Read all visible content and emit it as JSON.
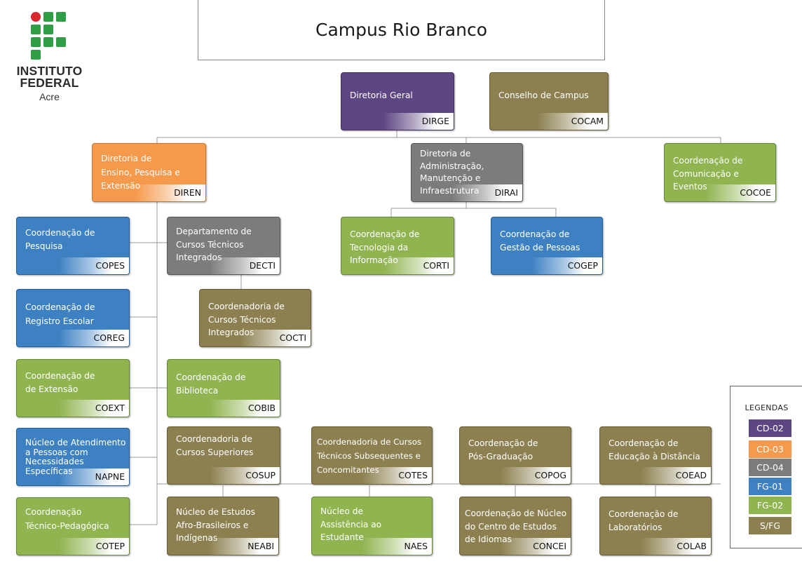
{
  "logo": {
    "line1": "INSTITUTO",
    "line2": "FEDERAL",
    "sub": "Acre",
    "colors": {
      "red": "#d8272d",
      "green": "#2f9e44"
    }
  },
  "title": "Campus Rio Branco",
  "colors": {
    "purple": "#5e4682",
    "orange": "#f59a4d",
    "gray": "#7c7c7c",
    "blue": "#3e81c3",
    "green": "#8fb450",
    "olive": "#8c8050",
    "lines": "#9a9a9a"
  },
  "nodes": {
    "dirge": {
      "label": "Diretoria Geral",
      "code": "DIRGE"
    },
    "cocam": {
      "label": "Conselho de Campus",
      "code": "COCAM"
    },
    "diren": {
      "label": "Diretoria de\nEnsino, Pesquisa e\nExtensão",
      "code": "DIREN"
    },
    "dirai": {
      "label": "Diretoria de\nAdministração,\nManutenção e\nInfraestrutura",
      "code": "DIRAI"
    },
    "cocoe": {
      "label": "Coordenação de\nComunicação e Eventos",
      "code": "COCOE"
    },
    "copes": {
      "label": "Coordenação de\nPesquisa",
      "code": "COPES"
    },
    "decti": {
      "label": "Departamento de\nCursos Técnicos\nIntegrados",
      "code": "DECTI"
    },
    "corti": {
      "label": "Coordenação de\nTecnologia da\nInformação",
      "code": "CORTI"
    },
    "cogep": {
      "label": "Coordenação de\nGestão de Pessoas",
      "code": "COGEP"
    },
    "coreg": {
      "label": "Coordenação de\nRegistro Escolar",
      "code": "COREG"
    },
    "cocti": {
      "label": "Coordenadoria de\nCursos Técnicos\nIntegrados",
      "code": "COCTI"
    },
    "coext": {
      "label": "Coordenação de\nde Extensão",
      "code": "COEXT"
    },
    "cobib": {
      "label": "Coordenação de\nBiblioteca",
      "code": "COBIB"
    },
    "napne": {
      "label": "Núcleo de Atendimento\na Pessoas com\nNecessidades\nEspecíficas",
      "code": "NAPNE"
    },
    "cosup": {
      "label": "Coordenadoria de\nCursos Superiores",
      "code": "COSUP"
    },
    "cotes": {
      "label": "Coordenadoria de Cursos\nTécnicos Subsequentes e\nConcomitantes",
      "code": "COTES"
    },
    "copog": {
      "label": "Coordenação de\nPós-Graduação",
      "code": "COPOG"
    },
    "coead": {
      "label": "Coordenação de\nEducação à Distância",
      "code": "COEAD"
    },
    "cotep": {
      "label": "Coordenação\nTécnico-Pedagógica",
      "code": "COTEP"
    },
    "neabi": {
      "label": "Núcleo de Estudos\nAfro-Brasileiros e\nIndígenas",
      "code": "NEABI"
    },
    "naes": {
      "label": "Núcleo de\nAssistência ao\nEstudante",
      "code": "NAES"
    },
    "concei": {
      "label": "Coordenação de Núcleo\ndo Centro de Estudos\nde Idiomas",
      "code": "CONCEI"
    },
    "colab": {
      "label": "Coordenação de\nLaboratórios",
      "code": "COLAB"
    }
  },
  "legend": {
    "title": "LEGENDAS",
    "items": [
      {
        "label": "CD-02",
        "color": "#5e4682"
      },
      {
        "label": "CD-03",
        "color": "#f59a4d"
      },
      {
        "label": "CD-04",
        "color": "#7c7c7c"
      },
      {
        "label": "FG-01",
        "color": "#3e81c3"
      },
      {
        "label": "FG-02",
        "color": "#8fb450"
      },
      {
        "label": "S/FG",
        "color": "#8c8050"
      }
    ]
  }
}
